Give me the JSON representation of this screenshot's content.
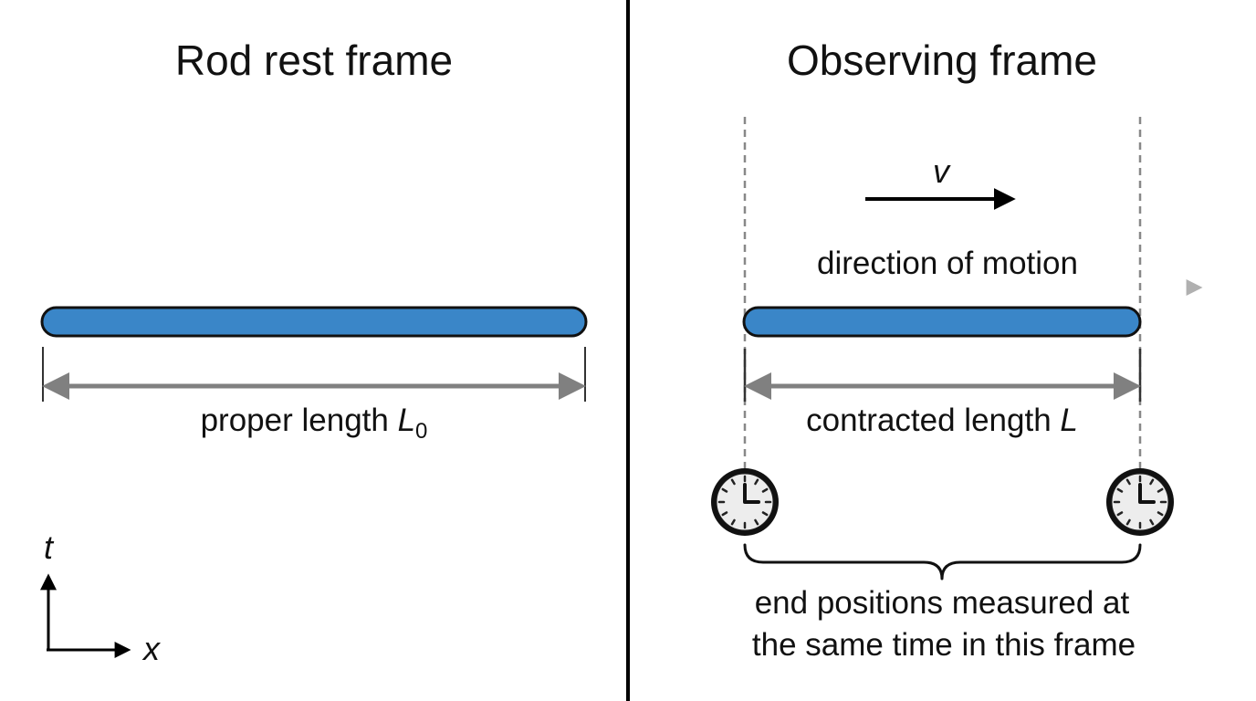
{
  "left_panel": {
    "title": "Rod rest frame",
    "length_label": "proper length ",
    "length_symbol": "L",
    "length_subscript": "0",
    "axes": {
      "vertical": "t",
      "horizontal": "x"
    }
  },
  "right_panel": {
    "title": "Observing frame",
    "velocity_symbol": "v",
    "motion_label": "direction of motion",
    "length_label": "contracted length ",
    "length_symbol": "L",
    "measurement_note_line1": "end positions measured at",
    "measurement_note_line2": "the same time in this frame"
  },
  "colors": {
    "rod_fill": "#3A86C8",
    "rod_outline": "#111111",
    "dimension_arrow": "#808080",
    "motion_arrow": "#B0B0B0",
    "guide_line": "#888888",
    "clock_face": "#EDEDED"
  }
}
